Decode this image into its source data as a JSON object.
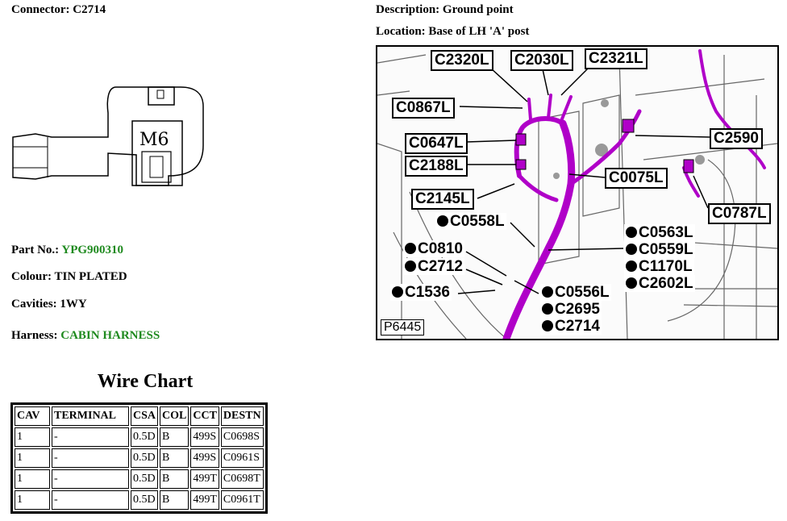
{
  "connector": {
    "label": "Connector:",
    "value": "C2714"
  },
  "part": {
    "label": "Part No.:",
    "value": "YPG900310"
  },
  "colour": {
    "label": "Colour:",
    "value": "TIN PLATED"
  },
  "cavities": {
    "label": "Cavities:",
    "value": "1WY"
  },
  "harness": {
    "label": "Harness:",
    "value": "CABIN HARNESS"
  },
  "description": {
    "label": "Description:",
    "value": "Ground point"
  },
  "location": {
    "label": "Location:",
    "value": "Base of LH 'A' post"
  },
  "drawing": {
    "text": "M6"
  },
  "wire_chart": {
    "title": "Wire Chart",
    "columns": [
      "CAV",
      "TERMINAL",
      "CSA",
      "COL",
      "CCT",
      "DESTN"
    ],
    "rows": [
      [
        "1",
        "-",
        "0.5D",
        "B",
        "499S",
        "C0698S"
      ],
      [
        "1",
        "-",
        "0.5D",
        "B",
        "499S",
        "C0961S"
      ],
      [
        "1",
        "-",
        "0.5D",
        "B",
        "499T",
        "C0698T"
      ],
      [
        "1",
        "-",
        "0.5D",
        "B",
        "499T",
        "C0961T"
      ]
    ]
  },
  "photo": {
    "plate": "P6445",
    "labels": [
      "C2320L",
      "C2030L",
      "C2321L",
      "C0867L",
      "C2590",
      "C0647L",
      "C2188L",
      "C0075L",
      "C2145L",
      "C0787L"
    ],
    "dot_labels": [
      "C0558L",
      "C0810",
      "C2712",
      "C1536",
      "C0563L",
      "C0559L",
      "C1170L",
      "C2602L",
      "C0556L",
      "C2695",
      "C2714"
    ]
  },
  "colors": {
    "green_text": "#1f8a1f",
    "harness_purple": "#b000c8"
  }
}
